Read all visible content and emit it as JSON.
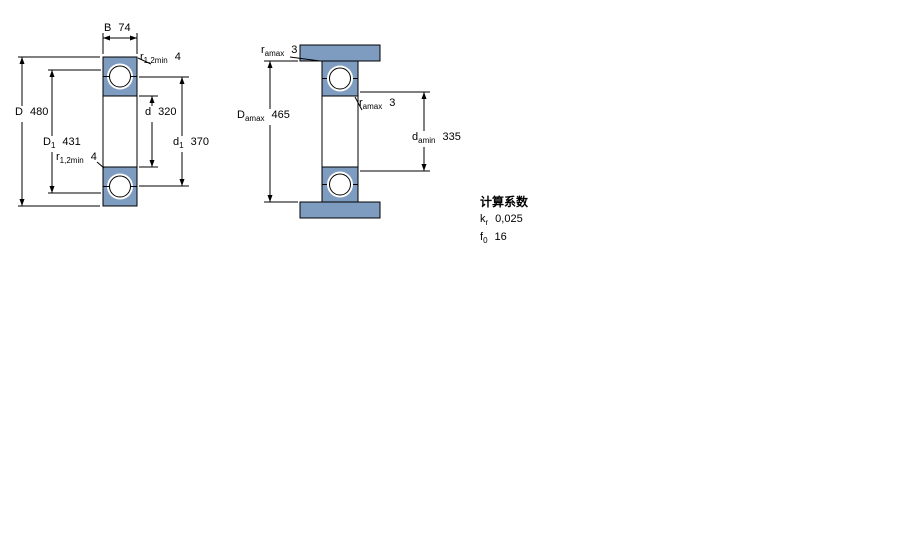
{
  "colors": {
    "ring_fill": "#7d9cc0",
    "outline": "#000000"
  },
  "left_view": {
    "description": "bearing cross-section view",
    "dims": {
      "B": {
        "sym": "B",
        "sub": "",
        "value": "74"
      },
      "r12_top": {
        "sym": "r",
        "sub": "1,2min",
        "value": "4"
      },
      "D": {
        "sym": "D",
        "sub": "",
        "value": "480"
      },
      "D1": {
        "sym": "D",
        "sub": "1",
        "value": "431"
      },
      "d": {
        "sym": "d",
        "sub": "",
        "value": "320"
      },
      "d1": {
        "sym": "d",
        "sub": "1",
        "value": "370"
      },
      "r12_bottom": {
        "sym": "r",
        "sub": "1,2min",
        "value": "4"
      }
    }
  },
  "right_view": {
    "description": "abutment and fillet dimensions view",
    "dims": {
      "ra_top": {
        "sym": "r",
        "sub": "amax",
        "value": "3"
      },
      "Da": {
        "sym": "D",
        "sub": "amax",
        "value": "465"
      },
      "ra_mid": {
        "sym": "r",
        "sub": "amax",
        "value": "3"
      },
      "da": {
        "sym": "d",
        "sub": "amin",
        "value": "335"
      }
    }
  },
  "calculation_factors": {
    "heading": "计算系数",
    "rows": [
      {
        "sym": "k",
        "sub": "r",
        "value": "0,025"
      },
      {
        "sym": "f",
        "sub": "0",
        "value": "16"
      }
    ]
  }
}
